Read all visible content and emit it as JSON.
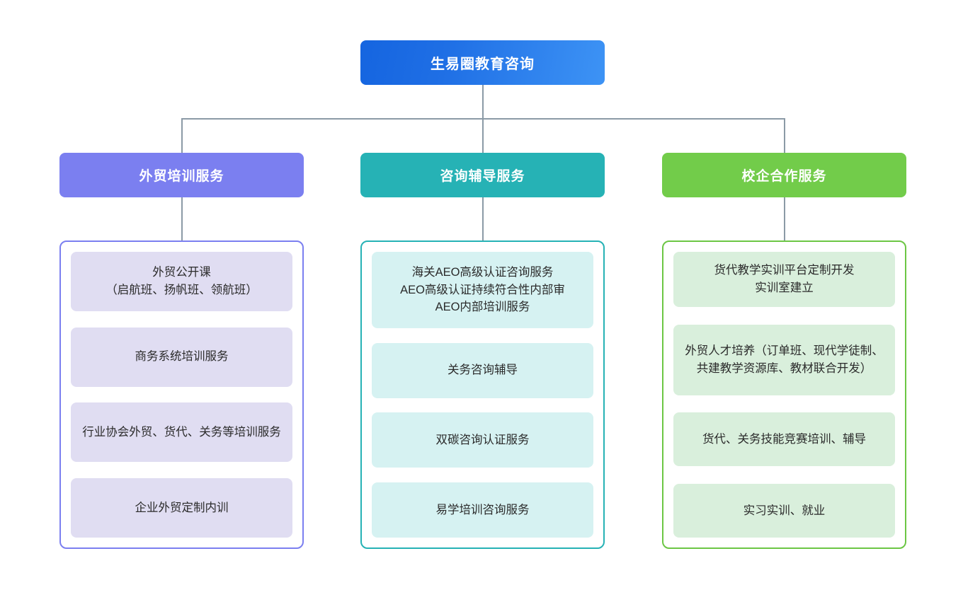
{
  "diagram": {
    "type": "organization-chart",
    "root": {
      "label": "生易圈教育咨询",
      "color": "#1f6fe5"
    },
    "branches": [
      {
        "id": "training",
        "header": "外贸培训服务",
        "header_color": "#7b7ff0",
        "border_color": "#7b7ff0",
        "item_fill": "#e0ddf2",
        "items": [
          "外贸公开课\n（启航班、扬帆班、领航班）",
          "商务系统培训服务",
          "行业协会外贸、货代、关务等培训服务",
          "企业外贸定制内训"
        ]
      },
      {
        "id": "consulting",
        "header": "咨询辅导服务",
        "header_color": "#26b2b5",
        "border_color": "#26b2b5",
        "item_fill": "#d6f2f2",
        "items": [
          "海关AEO高级认证咨询服务\nAEO高级认证持续符合性内部审\nAEO内部培训服务",
          "关务咨询辅导",
          "双碳咨询认证服务",
          "易学培训咨询服务"
        ]
      },
      {
        "id": "school-enterprise",
        "header": "校企合作服务",
        "header_color": "#72cc4a",
        "border_color": "#6cc644",
        "item_fill": "#d9efdc",
        "items": [
          "货代教学实训平台定制开发\n实训室建立",
          "外贸人才培养（订单班、现代学徒制、共建教学资源库、教材联合开发）",
          "货代、关务技能竞赛培训、辅导",
          "实习实训、就业"
        ]
      }
    ],
    "connector_color": "#8b9aa6"
  }
}
